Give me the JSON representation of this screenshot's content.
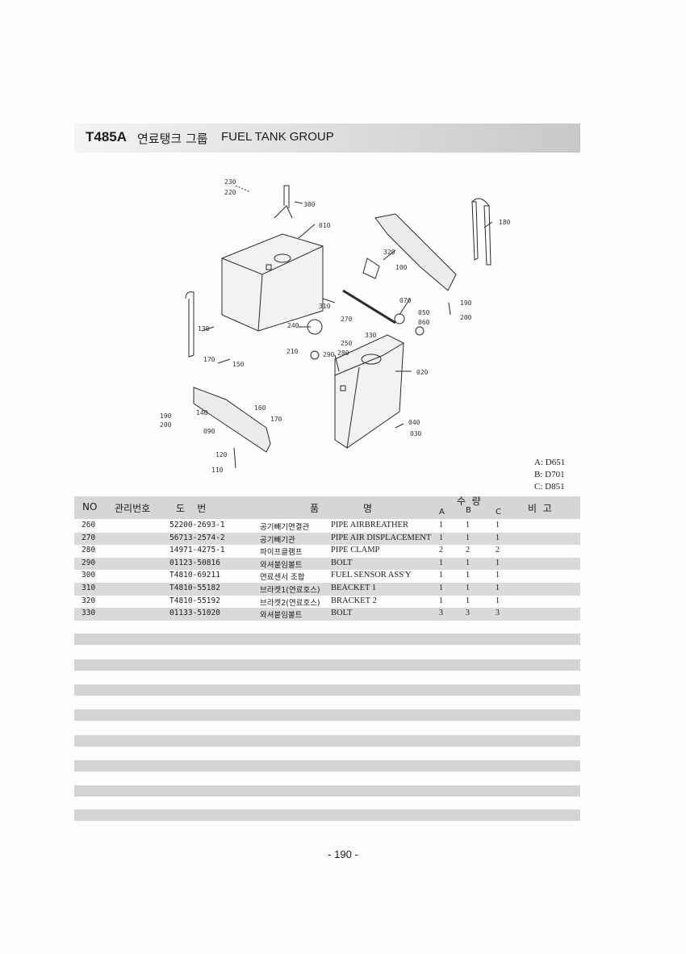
{
  "title": {
    "code": "T485A",
    "korean": "연료탱크 그룹",
    "english": "FUEL TANK GROUP"
  },
  "diagram": {
    "callouts": [
      "230",
      "220",
      "300",
      "010",
      "180",
      "320",
      "100",
      "070",
      "050",
      "060",
      "190",
      "200",
      "310",
      "240",
      "270",
      "250",
      "330",
      "210",
      "290",
      "280",
      "130",
      "170",
      "150",
      "020",
      "040",
      "030",
      "190",
      "200",
      "140",
      "160",
      "170",
      "090",
      "120",
      "110"
    ]
  },
  "models": [
    "A: D651",
    "B: D701",
    "C: D851"
  ],
  "table": {
    "headers": {
      "no": "NO",
      "mgmt": "관리번호",
      "drawing": "도    번",
      "name_1": "품",
      "name_2": "명",
      "qty": "수  량",
      "qty_a": "A",
      "qty_b": "B",
      "qty_c": "C",
      "remarks": "비  고"
    },
    "rows": [
      {
        "no": "260",
        "part": "52200-2693-1",
        "ko": "공기빼기연결관",
        "en": "PIPE AIRBREATHER",
        "a": "1",
        "b": "1",
        "c": "1"
      },
      {
        "no": "270",
        "part": "56713-2574-2",
        "ko": "공기빼기관",
        "en": "PIPE AIR DISPLACEMENT",
        "a": "1",
        "b": "1",
        "c": "1"
      },
      {
        "no": "280",
        "part": "14971-4275-1",
        "ko": "파이프클램프",
        "en": "PIPE CLAMP",
        "a": "2",
        "b": "2",
        "c": "2"
      },
      {
        "no": "290",
        "part": "01123-50816",
        "ko": "와셔붙임볼트",
        "en": "BOLT",
        "a": "1",
        "b": "1",
        "c": "1"
      },
      {
        "no": "300",
        "part": "T4810-69211",
        "ko": "연료센서 조합",
        "en": "FUEL SENSOR ASS'Y",
        "a": "1",
        "b": "1",
        "c": "1"
      },
      {
        "no": "310",
        "part": "T4810-55182",
        "ko": "브라켓1(연료호스)",
        "en": "BEACKET 1",
        "a": "1",
        "b": "1",
        "c": "1"
      },
      {
        "no": "320",
        "part": "T4810-55192",
        "ko": "브라켓2(연료호스)",
        "en": "BRACKET 2",
        "a": "1",
        "b": "1",
        "c": "1"
      },
      {
        "no": "330",
        "part": "01133-51020",
        "ko": "와셔붙임볼트",
        "en": "BOLT",
        "a": "3",
        "b": "3",
        "c": "3"
      }
    ]
  },
  "page_number": "- 190 -"
}
